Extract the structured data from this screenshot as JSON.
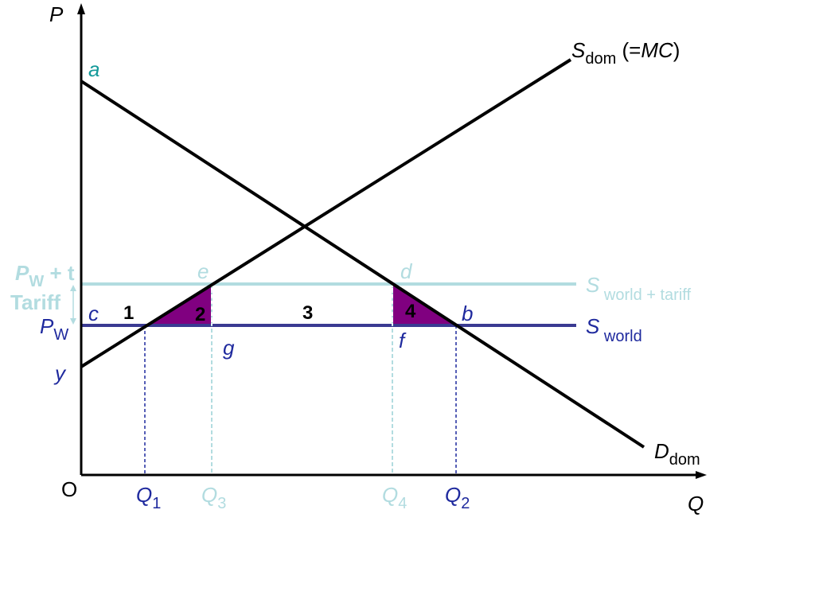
{
  "colors": {
    "black": "#000000",
    "teal": "#149a9a",
    "world": "#1f2a9e",
    "world_line": "#3a3a92",
    "tariff": "#b2dce0",
    "deadweight": "#800080"
  },
  "axes": {
    "p_label": "P",
    "q_label": "Q",
    "origin_label": "O"
  },
  "curves": {
    "supply_label_main": "S",
    "supply_label_sub": "dom",
    "supply_label_suffix_open": " (=",
    "supply_label_mc": "MC",
    "supply_label_suffix_close": ")",
    "demand_label_main": "D",
    "demand_label_sub": "dom",
    "s_world_main": "S",
    "s_world_sub": " world",
    "s_world_tariff_main": "S",
    "s_world_tariff_sub": " world + tariff"
  },
  "price_labels": {
    "pw_t_main": "P",
    "pw_t_sub": "W",
    "pw_t_suffix": " + t",
    "tariff": "Tariff",
    "pw_main": "P",
    "pw_sub": "W"
  },
  "points": {
    "a": "a",
    "b": "b",
    "c": "c",
    "d": "d",
    "e": "e",
    "f": "f",
    "g": "g",
    "y": "y"
  },
  "quantities": {
    "q1_main": "Q",
    "q1_sub": "1",
    "q2_main": "Q",
    "q2_sub": "2",
    "q3_main": "Q",
    "q3_sub": "3",
    "q4_main": "Q",
    "q4_sub": "4"
  },
  "areas": {
    "area1": "1",
    "area2": "2",
    "area3": "3",
    "area4": "4"
  }
}
